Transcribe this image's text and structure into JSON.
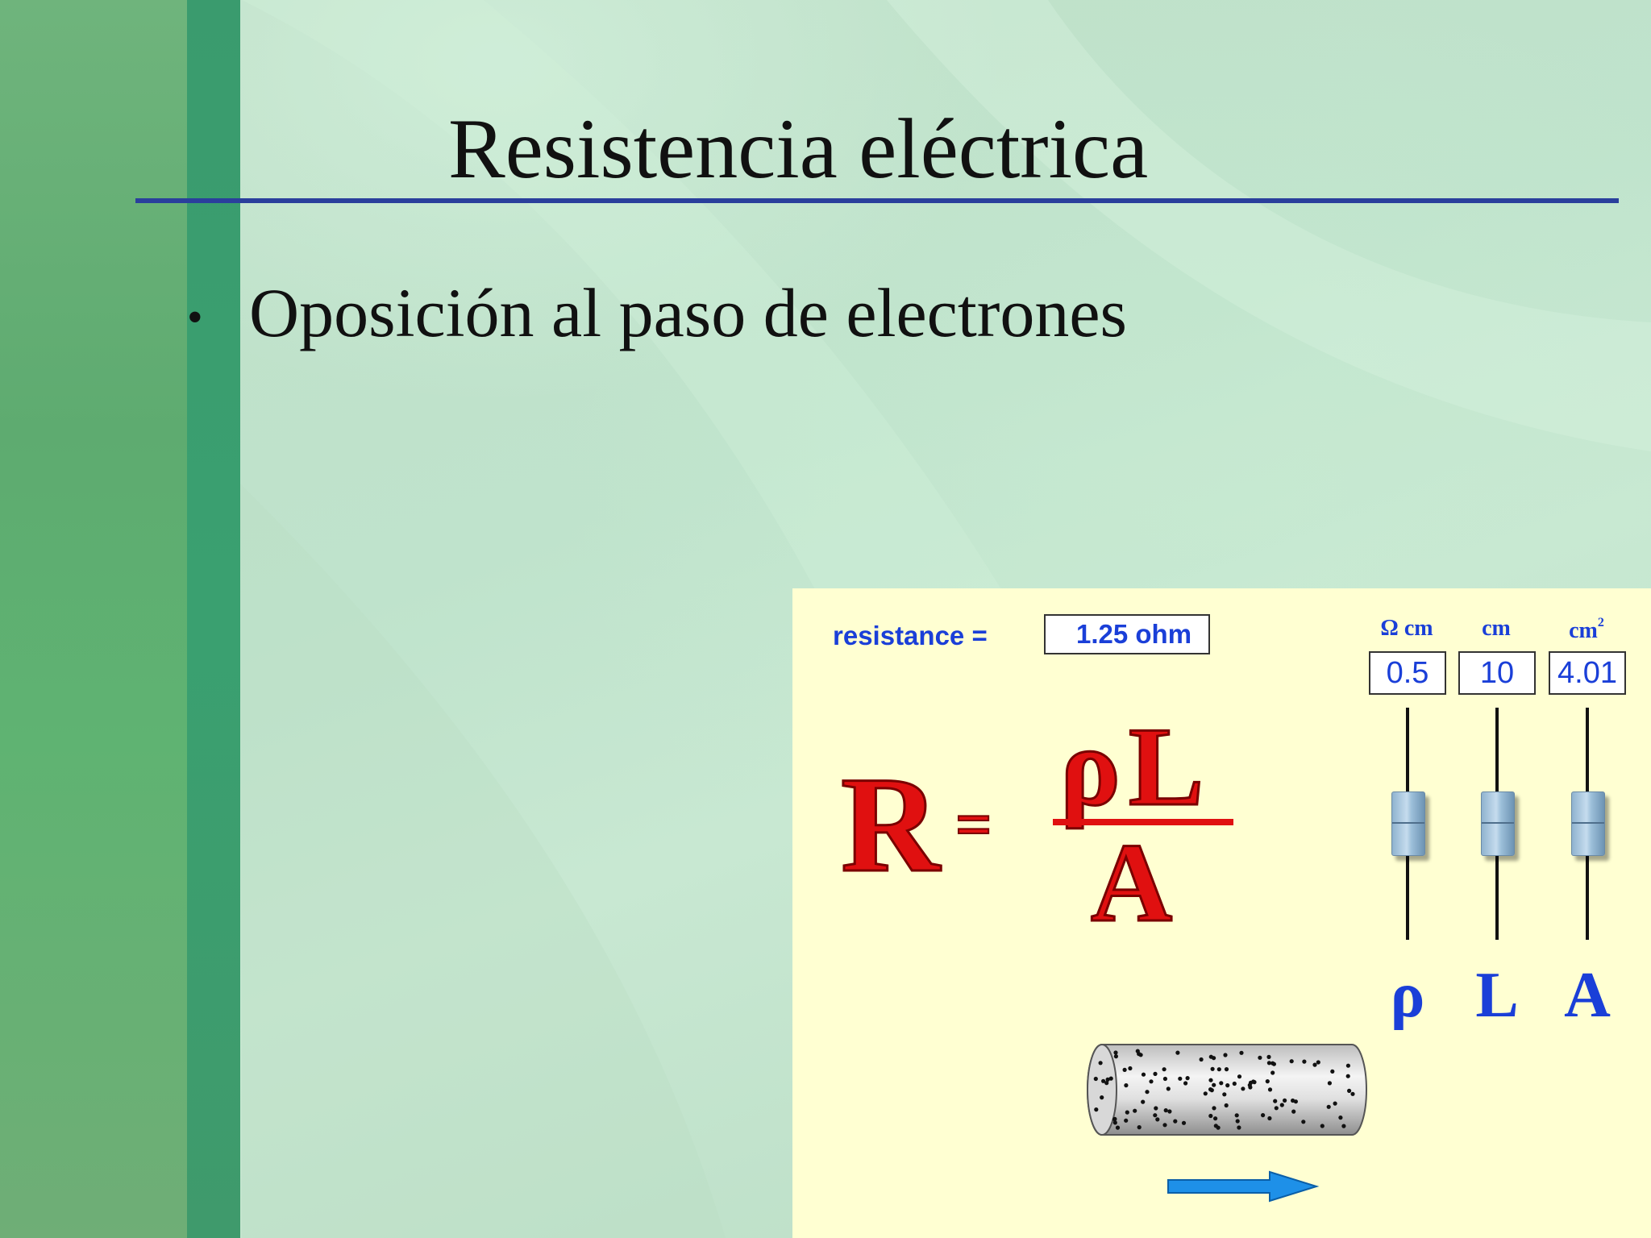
{
  "slide": {
    "title": "Resistencia eléctrica",
    "bullets": [
      "Oposición al paso de electrones"
    ]
  },
  "applet": {
    "resistance_label": "resistance =",
    "resistance_value": "1.25 ohm",
    "formula": {
      "lhs": "R",
      "equals": "=",
      "numerator": "ρL",
      "denominator": "A"
    },
    "sliders": [
      {
        "symbol": "ρ",
        "unit": "Ω cm",
        "value": "0.5"
      },
      {
        "symbol": "L",
        "unit": "cm",
        "value": "10"
      },
      {
        "symbol": "A",
        "unit": "cm",
        "unit_superscript": "2",
        "value": "4.01"
      }
    ],
    "colors": {
      "label_blue": "#1a3fd8",
      "formula_red": "#e01010",
      "panel_background": "#ffffd2",
      "arrow_blue": "#1e90e8"
    },
    "icons": [
      "conductor-cylinder-icon",
      "current-direction-arrow-icon"
    ]
  }
}
